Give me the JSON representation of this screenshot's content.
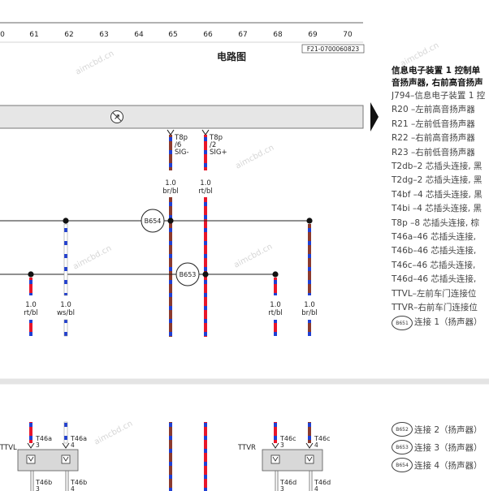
{
  "header": {
    "scale_numbers": [
      "0",
      "61",
      "62",
      "63",
      "64",
      "65",
      "66",
      "67",
      "68",
      "69",
      "70"
    ],
    "title": "电路图",
    "doc_code": "F21-0700060823"
  },
  "legend": {
    "heading_line1": "信息电子装置 1 控制单",
    "heading_line2": "音扬声器, 右前高音扬声",
    "items": [
      "J794–信息电子装置 1 控",
      "R20 –左前高音扬声器",
      "R21 –左前低音扬声器",
      "R22 –右前高音扬声器",
      "R23 –右前低音扬声器",
      "T2db–2 芯插头连接, 黑",
      "T2dg–2 芯插头连接, 黑",
      "T4bf –4 芯插头连接, 黑",
      "T4bi –4 芯插头连接, 黑",
      "T8p –8 芯插头连接, 棕",
      "T46a–46 芯插头连接,",
      "T46b–46 芯插头连接,",
      "T46c–46 芯插头连接,",
      "T46d–46 芯插头连接,",
      "TTVL–左前车门连接位",
      "TTVR–右前车门连接位"
    ],
    "b651_bubble": "B651",
    "b651_text": "连接 1（扬声器）",
    "lower": [
      {
        "bubble": "B652",
        "text": "连接 2（扬声器）"
      },
      {
        "bubble": "B653",
        "text": "连接 3（扬声器）"
      },
      {
        "bubble": "B654",
        "text": "连接 4（扬声器）"
      }
    ]
  },
  "diagram": {
    "bar_icon": "speaker-cross-icon",
    "t8p": [
      {
        "name": "T8p",
        "pin": "/6",
        "signal": "SIG-"
      },
      {
        "name": "T8p",
        "pin": "/2",
        "signal": "SIG+"
      }
    ],
    "upper_wire_labels": [
      {
        "size": "1.0",
        "color": "br/bl"
      },
      {
        "size": "1.0",
        "color": "rt/bl"
      }
    ],
    "lower_wire_labels": [
      {
        "size": "1.0",
        "color": "rt/bl"
      },
      {
        "size": "1.0",
        "color": "ws/bl"
      },
      {
        "size": "1.0",
        "color": "rt/bl"
      },
      {
        "size": "1.0",
        "color": "br/bl"
      }
    ],
    "junctions": [
      "B654",
      "B653"
    ],
    "left_connector": {
      "name": "TTVL",
      "top": [
        {
          "name": "T46a",
          "pin": "3"
        },
        {
          "name": "T46a",
          "pin": "4"
        }
      ],
      "bottom": [
        {
          "name": "T46b",
          "pin": "3"
        },
        {
          "name": "T46b",
          "pin": "4"
        }
      ]
    },
    "right_connector": {
      "name": "TTVR",
      "top": [
        {
          "name": "T46c",
          "pin": "3"
        },
        {
          "name": "T46c",
          "pin": "4"
        }
      ],
      "bottom": [
        {
          "name": "T46d",
          "pin": "3"
        },
        {
          "name": "T46d",
          "pin": "4"
        }
      ]
    },
    "watermark": "aimcbd.cn",
    "colors": {
      "red": "#e8162a",
      "blue": "#1f3fd4",
      "brown": "#8b3a2e",
      "white": "#ffffff",
      "bar": "#e6e6e6"
    }
  }
}
